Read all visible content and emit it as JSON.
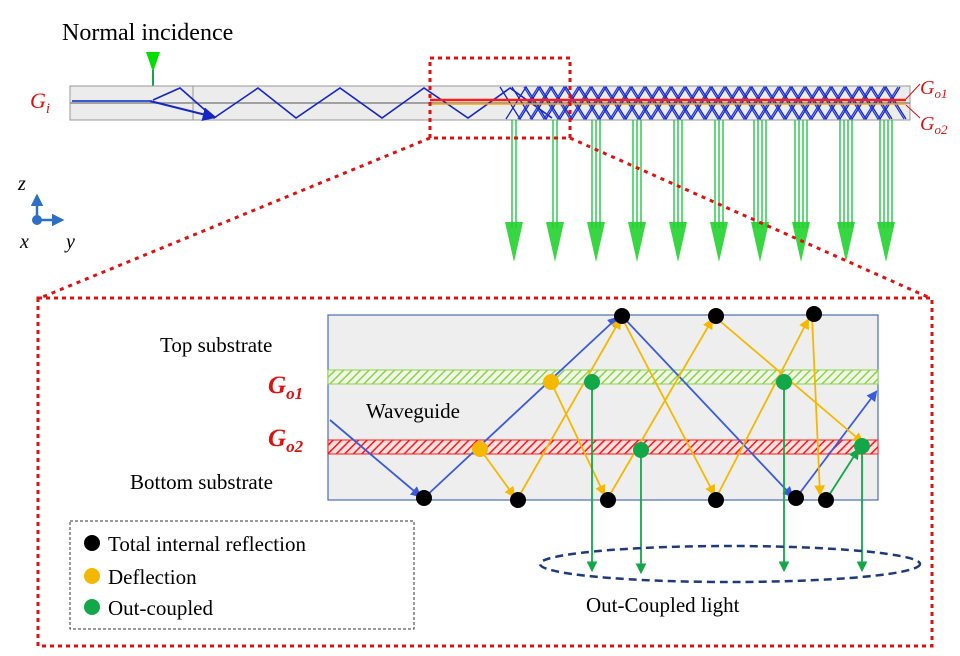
{
  "top": {
    "normal_incidence": "Normal incidence",
    "gi": "G",
    "gi_sub": "i",
    "go1": "G",
    "go1_sub": "o1",
    "go2": "G",
    "go2_sub": "o2"
  },
  "axes": {
    "z": "z",
    "x": "x",
    "y": "y"
  },
  "detail": {
    "top_substrate": "Top substrate",
    "waveguide": "Waveguide",
    "bottom_substrate": "Bottom substrate",
    "go1": "G",
    "go1_sub": "o1",
    "go2": "G",
    "go2_sub": "o2",
    "out_coupled_light": "Out-Coupled light"
  },
  "legend": {
    "items": [
      {
        "label": "Total internal reflection",
        "color": "#000000"
      },
      {
        "label": "Deflection",
        "color": "#f5b800"
      },
      {
        "label": "Out-coupled",
        "color": "#12a84a"
      }
    ]
  },
  "colors": {
    "ray_blue": "#3a5bd9",
    "ray_blue_dark": "#1526c4",
    "ray_yellow": "#f5b800",
    "ray_green": "#12a84a",
    "grating_red": "#ff1a1a",
    "grating_green": "#8fd14f",
    "frame_red": "#e01010",
    "ellipse_blue": "#1f3a7a"
  }
}
